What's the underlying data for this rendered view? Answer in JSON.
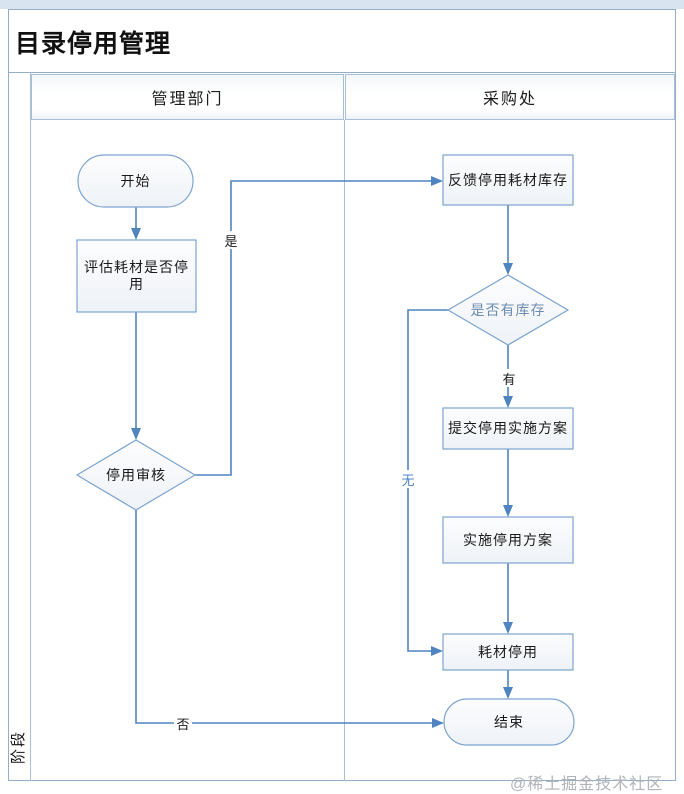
{
  "page": {
    "title": "目录停用管理",
    "stage_label": "阶段",
    "watermark": "@稀土掘金技术社区"
  },
  "lanes": [
    {
      "label": "管理部门"
    },
    {
      "label": "采购处"
    }
  ],
  "nodes": {
    "start": {
      "type": "terminator",
      "label": "开始"
    },
    "evaluate": {
      "type": "process",
      "label": "评估耗材是否停用"
    },
    "review": {
      "type": "decision",
      "label": "停用审核"
    },
    "feedback": {
      "type": "process",
      "label": "反馈停用耗材库存"
    },
    "stock_check": {
      "type": "decision",
      "label": "是否有库存"
    },
    "submit": {
      "type": "process",
      "label": "提交停用实施方案"
    },
    "implement": {
      "type": "process",
      "label": "实施停用方案"
    },
    "disable": {
      "type": "process",
      "label": "耗材停用"
    },
    "end": {
      "type": "terminator",
      "label": "结束"
    }
  },
  "edge_labels": {
    "yes": "是",
    "no": "否",
    "have": "有",
    "none": "无"
  },
  "colors": {
    "connector": "#4f84c0",
    "shape_stroke": "#7ca4cf",
    "frame_border": "#94adc9",
    "lane_border": "#a9bfd9",
    "top_strip": "#d9e4f1",
    "stock_text": "#6d8cb0",
    "watermark": "#b0b3b8"
  }
}
